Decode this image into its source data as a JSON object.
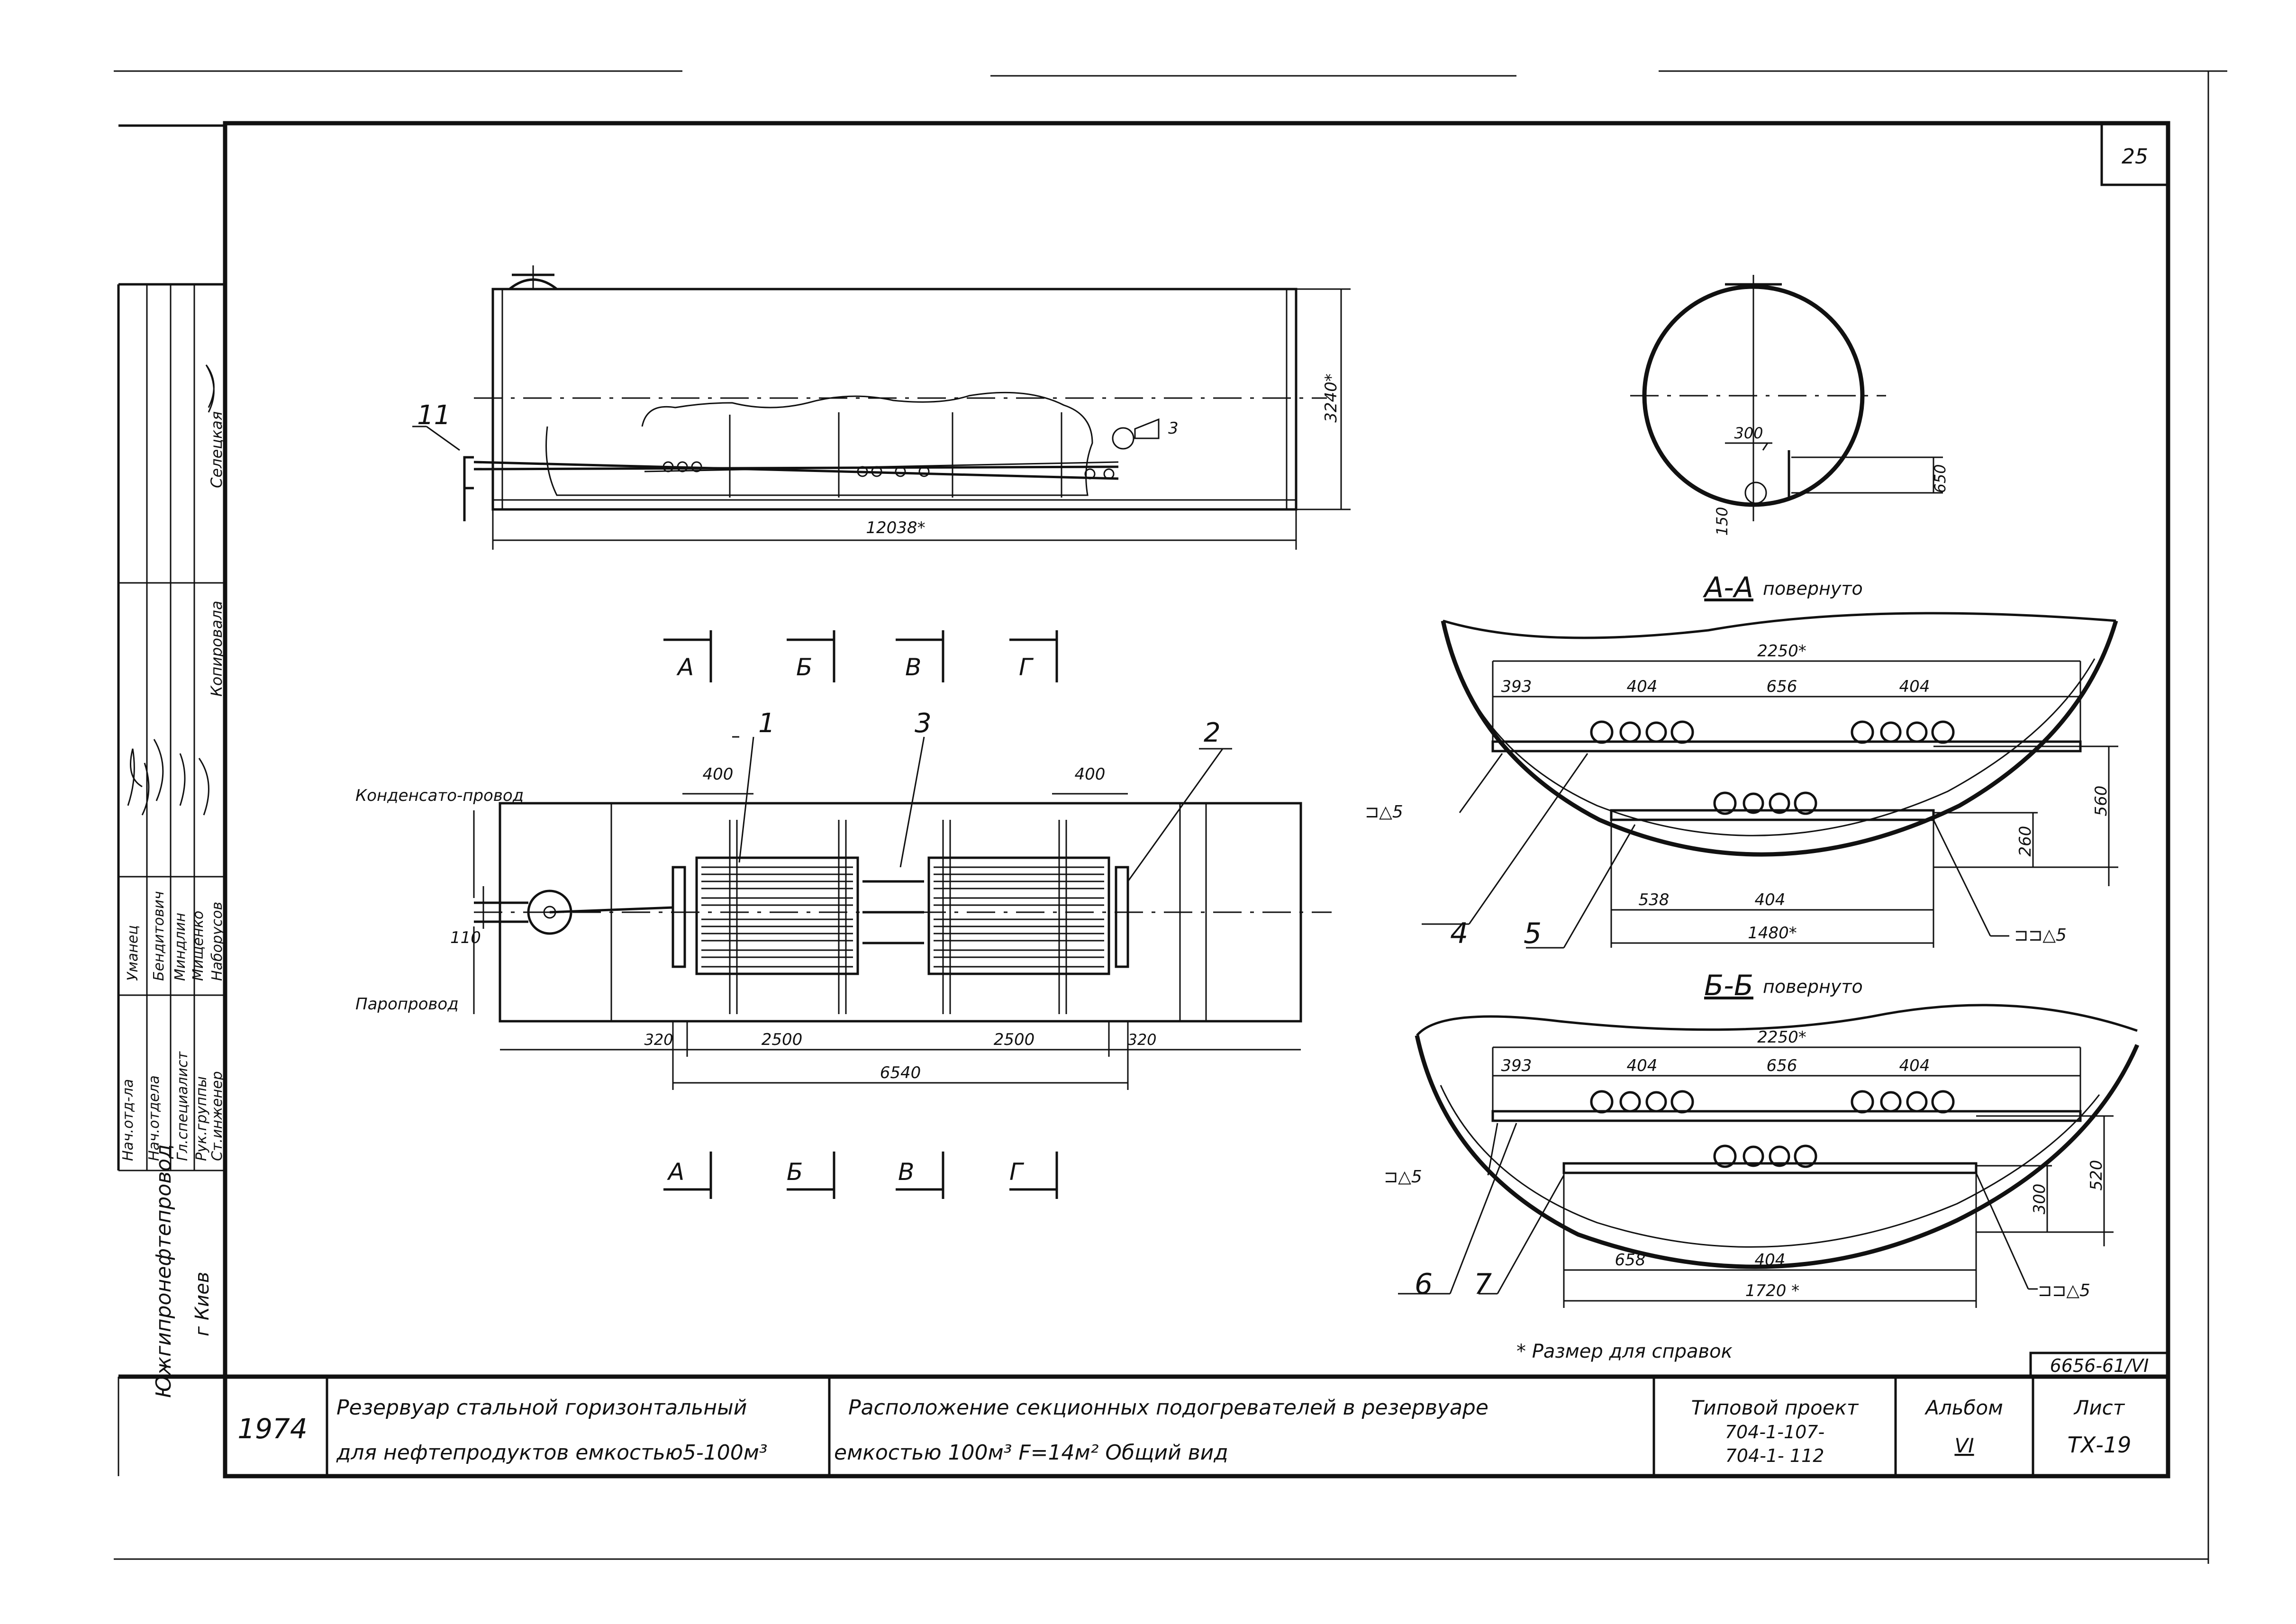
{
  "sheet_number": "25",
  "title_block": {
    "year": "1974",
    "object_line1": "Резервуар стальной горизонтальный",
    "object_line2": "для нефтепродуктов емкостью5-100м³",
    "drawing_line1": "Расположение секционных подогревателей в резервуаре",
    "drawing_line2": "емкостью 100м³ F=14м² Общий вид",
    "project_label": "Типовой проект",
    "project_number1": "704-1-107-",
    "project_number2": "704-1- 112",
    "album_label": "Альбом",
    "album_value": "VI",
    "sheet_label": "Лист",
    "sheet_value": "ТХ-19",
    "doc_code": "6656-61/VI"
  },
  "side_stamp": {
    "organization": "Южгипронефтепровод",
    "city": "г Киев",
    "roles": [
      "Нач.отд-ла",
      "Нач.отдела",
      "Гл.специалист",
      "Рук.группы",
      "Ст.инженер"
    ],
    "names": [
      "Уманец",
      "Бендитович",
      "Миндлин",
      "Мищенко",
      "Наборусов"
    ],
    "copied": "Копировала",
    "copier": "Селецкая"
  },
  "note": "* Размер для справок",
  "top_view": {
    "length": "12038*",
    "height": "3240*",
    "label_11": "11",
    "flag": "3"
  },
  "circle_view": {
    "d300": "300",
    "d650": "650",
    "d150": "150"
  },
  "plan_view": {
    "cond_label": "Конденсато-провод",
    "steam_label": "Паропровод",
    "d110": "110",
    "d400a": "400",
    "d400b": "400",
    "d320a": "320",
    "d320b": "320",
    "d2500a": "2500",
    "d2500b": "2500",
    "d6540": "6540",
    "pos1": "1",
    "pos2": "2",
    "pos3": "3"
  },
  "section_marks": [
    "А",
    "Б",
    "В",
    "Г"
  ],
  "section_aa": {
    "title": "А-А",
    "subtitle": "повернуто",
    "d2250": "2250*",
    "d393": "393",
    "d404a": "404",
    "d656": "656",
    "d404b": "404",
    "d560": "560",
    "d260": "260",
    "d538": "538",
    "d404c": "404",
    "d1480": "1480*",
    "weld1": "⊐△5",
    "weld2": "⊐⊐△5",
    "pos4": "4",
    "pos5": "5"
  },
  "section_bb": {
    "title": "Б-Б",
    "subtitle": "повернуто",
    "d2250": "2250*",
    "d393": "393",
    "d404a": "404",
    "d656": "656",
    "d404b": "404",
    "d520": "520",
    "d300": "300",
    "d658": "658",
    "d404c": "404",
    "d1720": "1720 *",
    "weld1": "⊐△5",
    "weld2": "⊐⊐△5",
    "pos6": "6",
    "pos7": "7"
  }
}
